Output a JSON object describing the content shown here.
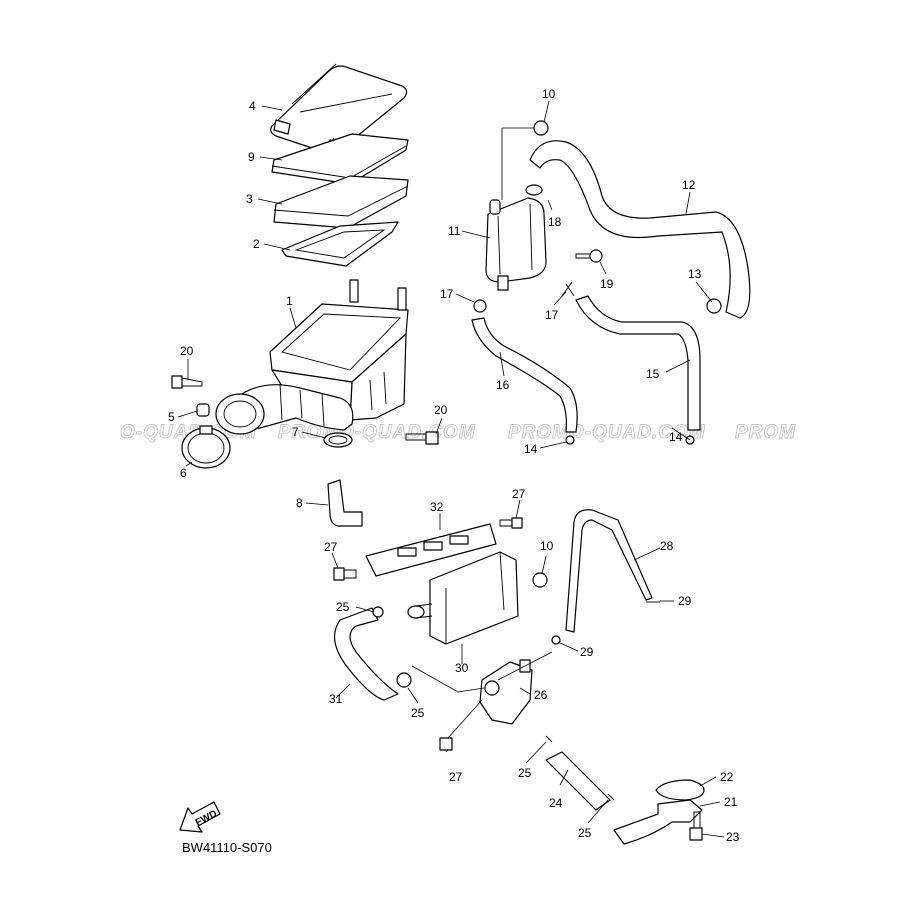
{
  "diagram_code": "BW41110-S070",
  "watermark": [
    "O-QUAD.COM",
    "PROMO-QUAD.COM",
    "PROMO-QUAD.COM",
    "PROM"
  ],
  "fwd_label": "FWD",
  "callouts": {
    "c4": "4",
    "c9": "9",
    "c3": "3",
    "c2": "2",
    "c1": "1",
    "c20a": "20",
    "c20b": "20",
    "c5": "5",
    "c6": "6",
    "c7": "7",
    "c8": "8",
    "c10a": "10",
    "c11": "11",
    "c18": "18",
    "c12": "12",
    "c19": "19",
    "c13": "13",
    "c17a": "17",
    "c17b": "17",
    "c16": "16",
    "c15": "15",
    "c14a": "14",
    "c14b": "14",
    "c32": "32",
    "c27a": "27",
    "c27b": "27",
    "c10b": "10",
    "c28": "28",
    "c29a": "29",
    "c25a": "25",
    "c29b": "29",
    "c30": "30",
    "c31": "31",
    "c26": "26",
    "c25b": "25",
    "c27c": "27",
    "c25c": "25",
    "c22": "22",
    "c21": "21",
    "c24": "24",
    "c25d": "25",
    "c23": "23"
  }
}
